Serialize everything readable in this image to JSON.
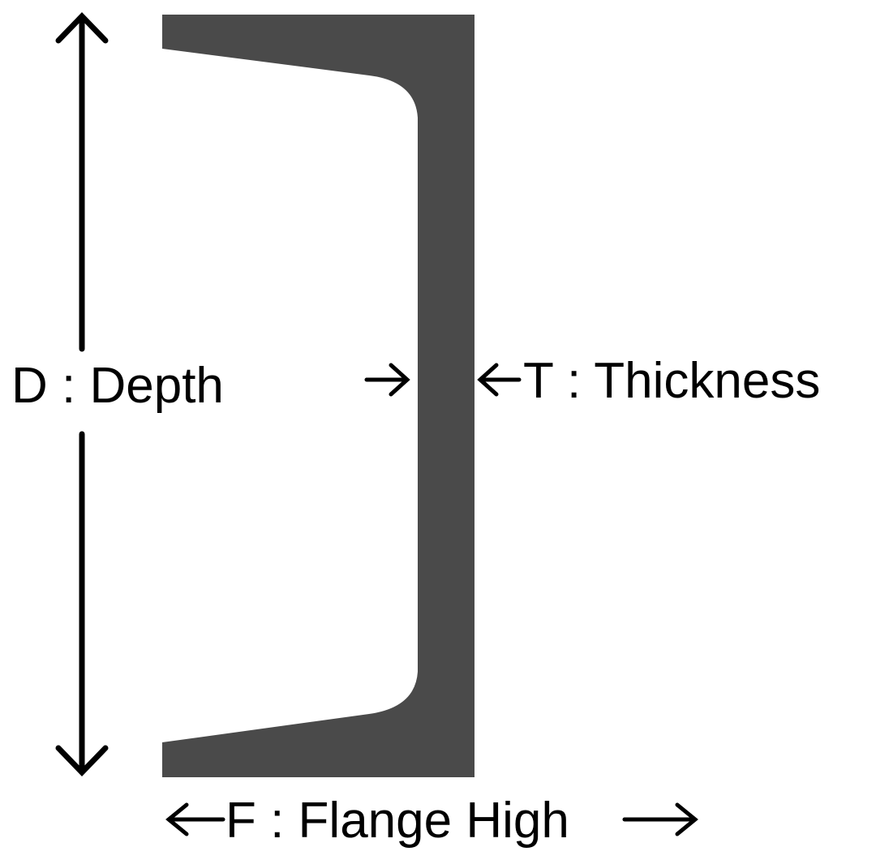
{
  "labels": {
    "depth": "D : Depth",
    "thickness": "T : Thickness",
    "flange": "F : Flange High"
  },
  "colors": {
    "section": "#4a4a4a",
    "ink": "#000000"
  }
}
